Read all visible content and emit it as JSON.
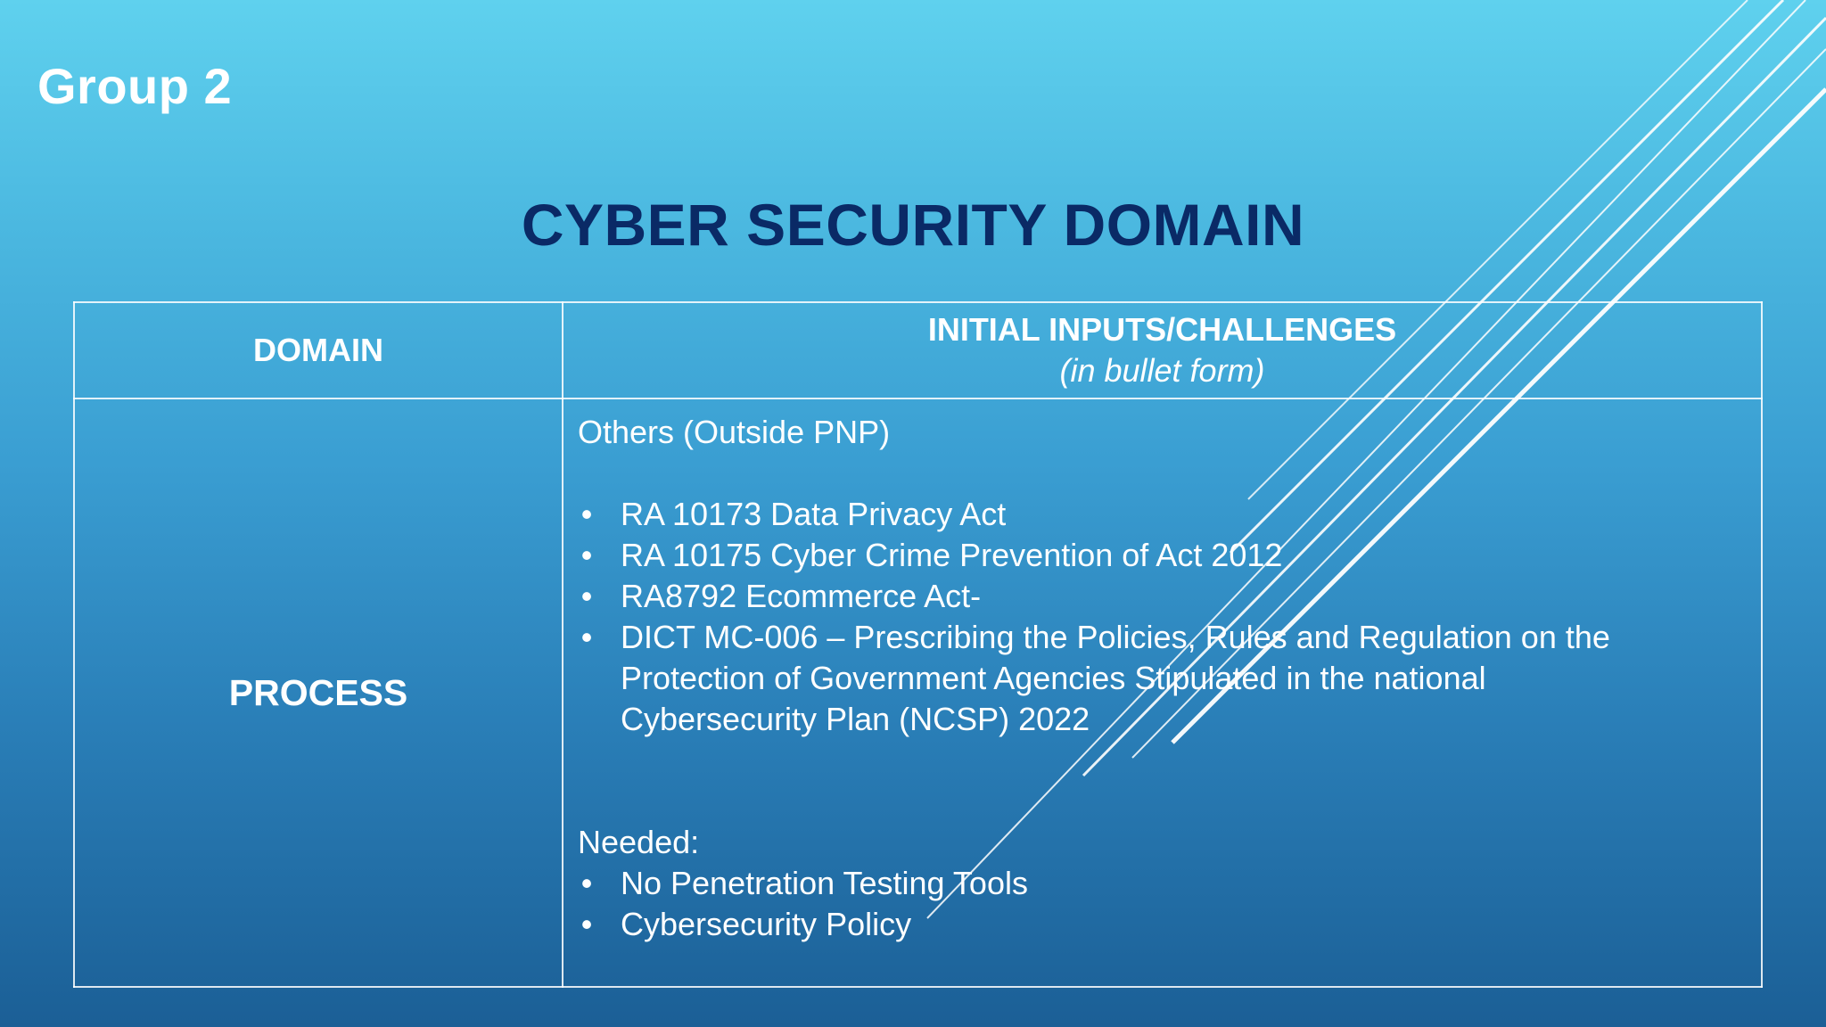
{
  "slide": {
    "group_label": "Group 2",
    "title": "CYBER SECURITY DOMAIN"
  },
  "table": {
    "headers": {
      "domain": "DOMAIN",
      "inputs_title": "INITIAL INPUTS/CHALLENGES",
      "inputs_subtitle": "(in bullet form)"
    },
    "row": {
      "domain": "PROCESS",
      "intro": "Others (Outside PNP)",
      "bullet_glyph": "•",
      "bullets": [
        "RA 10173 Data Privacy Act",
        "RA 10175 Cyber Crime  Prevention of Act 2012",
        "RA8792 Ecommerce Act-",
        "DICT MC-006 – Prescribing the Policies, Rules and Regulation on the"
      ],
      "bullet4_line2": "Protection of Government Agencies Stipulated in the national",
      "bullet4_line3": "Cybersecurity Plan (NCSP) 2022",
      "needed_label": "Needed:",
      "needed_items": [
        "No Penetration Testing Tools",
        "Cybersecurity Policy"
      ]
    }
  },
  "colors": {
    "title": "#0a2a66",
    "text": "#ffffff",
    "background_top": "#5fd1ee",
    "background_bottom": "#1b5f96"
  }
}
